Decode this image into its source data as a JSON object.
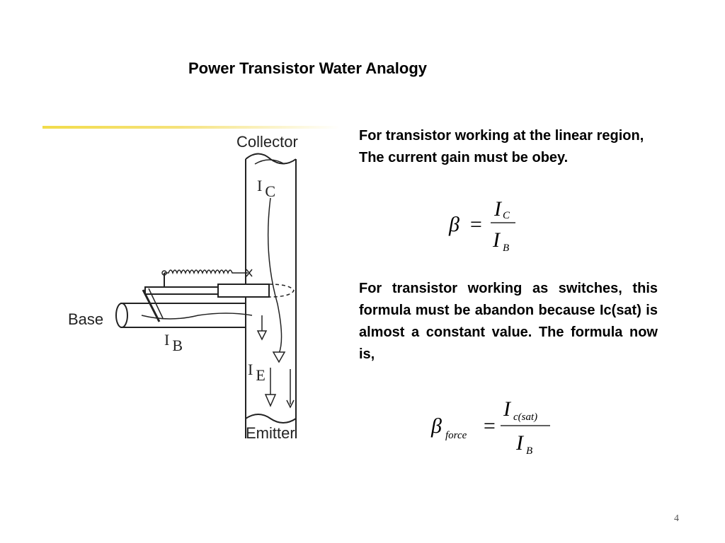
{
  "slide": {
    "title": "Power Transistor Water Analogy",
    "page_number": "4",
    "accent_color": "#f2dc4a"
  },
  "diagram": {
    "collector_label": "Collector",
    "base_label": "Base",
    "emitter_label": "Emitter",
    "ic_label": "I",
    "ic_sub": "C",
    "ib_label": "I",
    "ib_sub": "B",
    "ie_label": "I",
    "ie_sub": "E"
  },
  "text": {
    "para1": "For transistor working at the linear region,  The current gain must be obey.",
    "para2": "For transistor working as switches, this formula must be abandon because Ic(sat) is almost a constant value. The formula now is,"
  },
  "formula1": {
    "lhs": "β",
    "equals": "=",
    "num": "I",
    "num_sub": "C",
    "den": "I",
    "den_sub": "B"
  },
  "formula2": {
    "lhs": "β",
    "lhs_sub": "force",
    "equals": "=",
    "num": "I",
    "num_sub": "c(sat)",
    "den": "I",
    "den_sub": "B"
  }
}
